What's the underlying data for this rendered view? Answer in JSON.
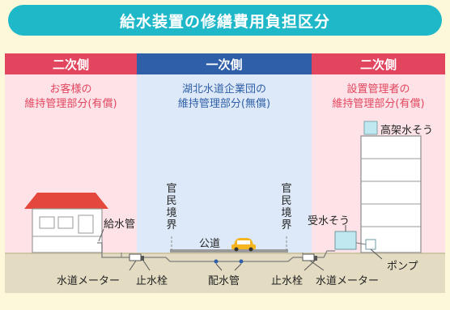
{
  "title": "給水装置の修繕費用負担区分",
  "sections": {
    "left": {
      "header": "二次側",
      "line1": "お客様の",
      "line2": "維持管理部分(有償)"
    },
    "middle": {
      "header": "一次側",
      "line1": "湖北水道企業団の",
      "line2": "維持管理部分(無償)"
    },
    "right": {
      "header": "二次側",
      "line1": "設置管理者の",
      "line2": "維持管理部分(有償)"
    }
  },
  "labels": {
    "elevated_tank": "高架水そう",
    "boundary_left": "官民境界",
    "boundary_right": "官民境界",
    "supply_pipe": "給水管",
    "public_road": "公道",
    "receiving_tank": "受水そう",
    "pump": "ポンプ",
    "meter_left": "水道メーター",
    "stop_valve_left": "止水栓",
    "distribution_pipe": "配水管",
    "stop_valve_right": "止水栓",
    "meter_right": "水道メーター"
  },
  "colors": {
    "title_bg": "#1fb8c9",
    "private_header": "#e2465f",
    "public_header": "#2f5fa8",
    "private_bg": "#fde3e7",
    "public_bg": "#dde9f8",
    "roof": "#e4473c",
    "car": "#f4b51f",
    "ground": "#e3dcc3"
  },
  "icons": [
    "house-icon",
    "building-icon",
    "car-icon",
    "water-tank-icon",
    "pump-icon",
    "meter-icon"
  ]
}
